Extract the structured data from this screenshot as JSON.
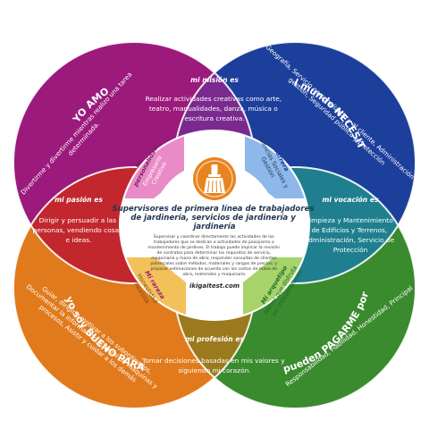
{
  "colors": {
    "purple": "#9b1a7c",
    "blue": "#1d3f9c",
    "red": "#c1272d",
    "teal": "#1f7f8e",
    "orange": "#e07a1c",
    "green": "#3a8a2e",
    "petal_personalidad": "#e98bc6",
    "petal_carrera": "#8fb8ea",
    "petal_rareza": "#f3c15a",
    "petal_arquetipo": "#a6d36a",
    "badge": "#e8841f",
    "center_text": "#1f3550"
  },
  "icon": "broom-icon",
  "outer": {
    "top_left": {
      "title": "YO AMO",
      "body": [
        "Divertirme y divertirme mientras realizo una tarea",
        "determinada."
      ]
    },
    "top_right": {
      "title": "el mundo NECESITA",
      "body": [
        "Geografía, Servicio personalizado y al cliente, Administración y",
        "gestión, Seguridad pública y protección"
      ]
    },
    "bottom_left": {
      "title": "yo soy BUENO PARA",
      "body": [
        "Guiar, dirigir y motivar a los subordinados,",
        "Documentar la información, Control de máquinas y",
        "procesos, Asistir y cuidar a los demás"
      ]
    },
    "bottom_right": {
      "title": "pueden PAGARME por",
      "body": [
        "Responsabilidad, Fiabilidad, Honestidad, Principal"
      ]
    }
  },
  "middle": {
    "mision": {
      "title": "mi misión es",
      "body": [
        "Realizar actividades creativas como arte,",
        "teatro, manualidades, danza, música o",
        "escritura creativa."
      ]
    },
    "pasion": {
      "title": "mi pasión es",
      "body": [
        "Dirigir y persuadir a las",
        "personas, vendiendo cosas",
        "e ideas."
      ]
    },
    "vocacion": {
      "title": "mi vocación es",
      "body": [
        "Limpieza y Mantenimiento",
        "de Edificios y Terrenos,",
        "Administración, Servicio de",
        "Protección"
      ]
    },
    "profesion": {
      "title": "mi profesión es",
      "body": [
        "Tomar decisiones basadas en mis valores y",
        "siguiendo mi corazón."
      ]
    }
  },
  "petals": {
    "personalidad": {
      "title": [
        "Mi",
        "personalidad"
      ],
      "body": [
        "Empresario",
        "Creativo"
      ]
    },
    "carrera": {
      "title": [
        "Mi",
        "carrera"
      ],
      "body": [
        "Ciencias Sociales y",
        "Gestión"
      ]
    },
    "rareza": {
      "title": [
        "Mi rareza"
      ],
      "body": [
        "Honestidad",
        "Realista"
      ]
    },
    "arquetipo": {
      "title": [
        "Mi arquetipo"
      ],
      "body": [
        "Menor que disfruta",
        "ser independiente"
      ]
    }
  },
  "center": {
    "title": [
      "Supervisores de primera línea de trabajadores",
      "de jardinería, servicios de jardinería y",
      "jardinería"
    ],
    "description": [
      "Supervisar y coordinar directamente las actividades de los",
      "trabajadores que se dedican a actividades de paisajismo o",
      "mantenimiento de jardines. El trabajo puede implicar la revisión",
      "de contratos para determinar los requisitos de servicio,",
      "maquinaria y mano de obra; responder consultas de clientes",
      "potenciales sobre métodos, materiales y rangos de precios; y",
      "preparar estimaciones de acuerdo con los costos de mano de",
      "obra, materiales y maquinaria."
    ],
    "site": "ikigaitest.com"
  }
}
